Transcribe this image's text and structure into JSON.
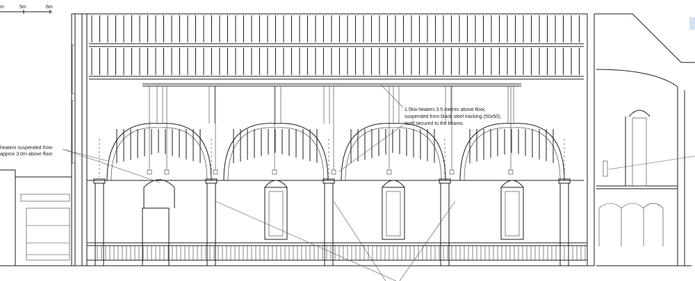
{
  "scale_bar": {
    "labels": [
      "5m",
      "6m"
    ],
    "partial_label": "m"
  },
  "annotations": {
    "left_note": {
      "lines": [
        "heaters suspended from",
        "approx 3.0m above floor."
      ]
    },
    "center_note": {
      "lines": [
        "1.5kw heaters 3.5 metres above floor,",
        "suspended from black steel tracking (50x50),",
        "itself secured to the beams."
      ]
    }
  },
  "colors": {
    "line": "#1a1a1a",
    "accent_edge": "#cfe3f3"
  }
}
